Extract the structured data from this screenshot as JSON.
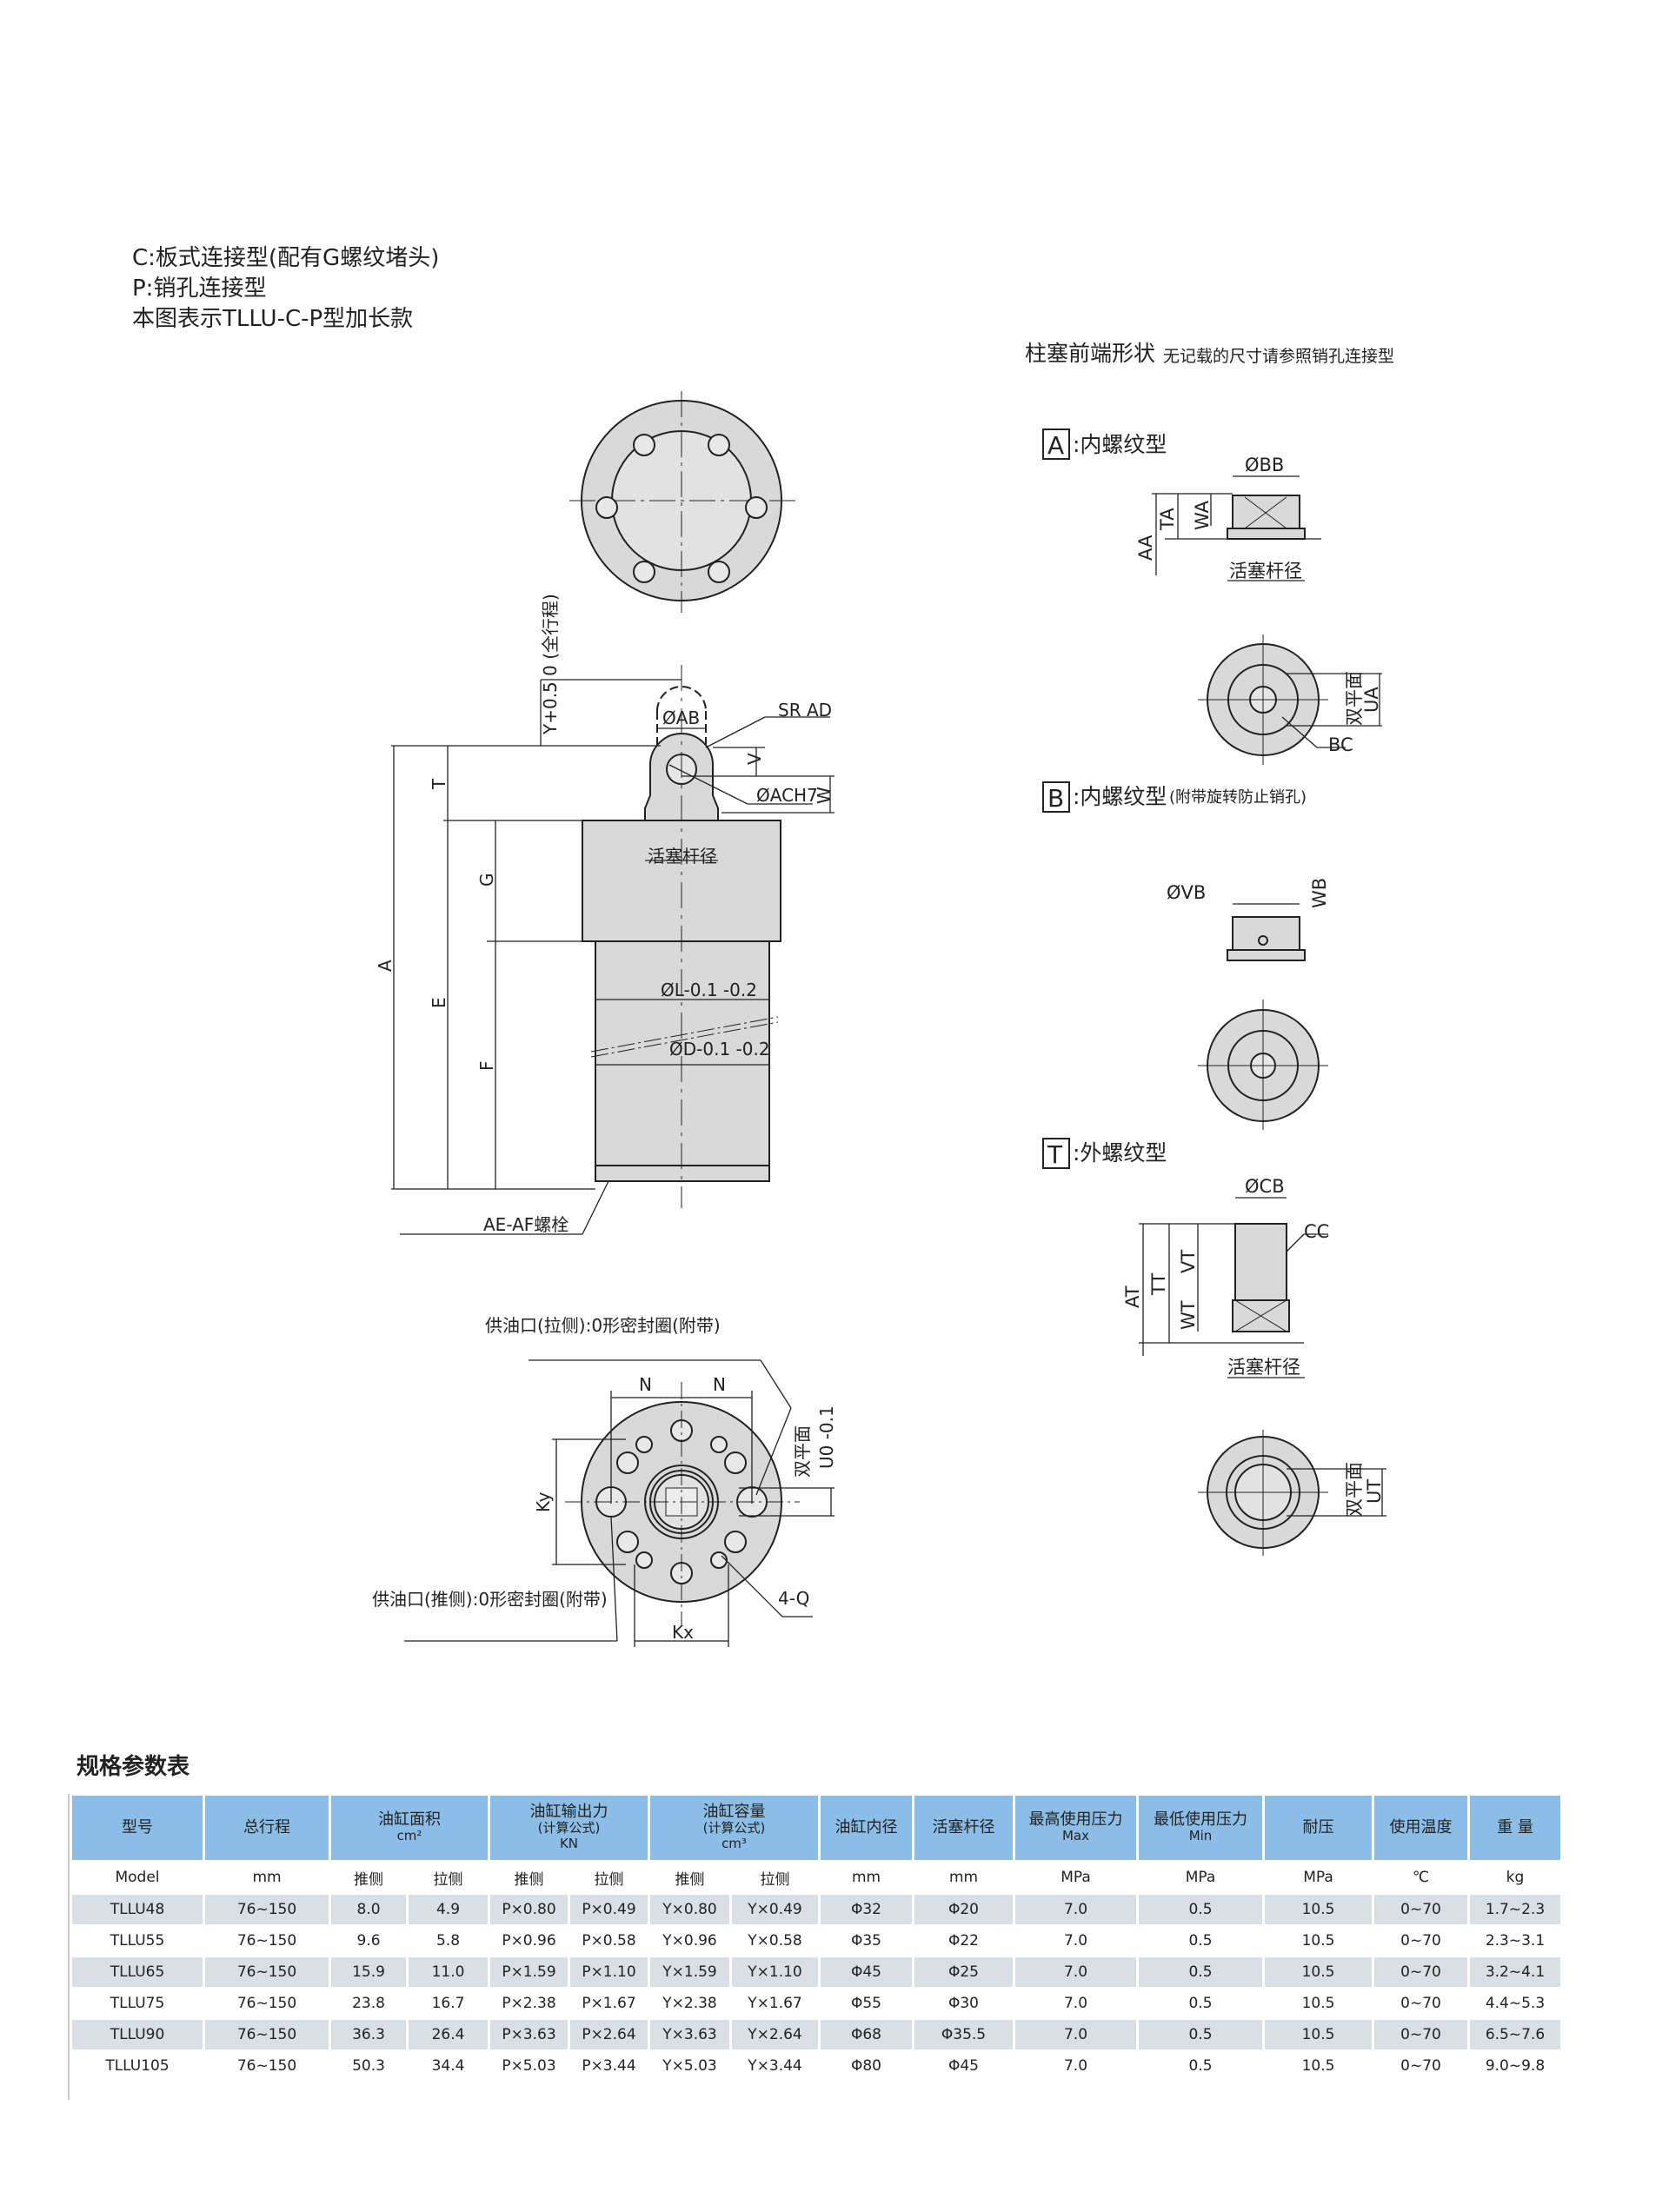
{
  "intro": {
    "lines": [
      "C:板式连接型(配有G螺纹堵头)",
      "P:销孔连接型",
      "本图表示TLLU-C-P型加长款"
    ]
  },
  "main_drawing": {
    "labels": {
      "stroke": "Y+0.5 0 (全行程)",
      "AB": "ØAB",
      "AD": "SR AD",
      "AC": "ØACH7",
      "V": "V",
      "W": "W",
      "T": "T",
      "A": "A",
      "E": "E",
      "G": "G",
      "F": "F",
      "rod": "活塞杆径",
      "L": "ØL-0.1 -0.2",
      "D": "ØD-0.1 -0.2",
      "bolt": "AE-AF螺栓"
    }
  },
  "bottom_view": {
    "labels": {
      "pull_port": "供油口(拉侧):0形密封圈(附带)",
      "push_port": "供油口(推侧):0形密封圈(附带)",
      "N1": "N",
      "N2": "N",
      "Ky": "Ky",
      "Kx": "Kx",
      "Q": "4-Q",
      "flats": "双平面",
      "U": "U0 -0.1"
    }
  },
  "plunger": {
    "title": "柱塞前端形状",
    "note": "无记载的尺寸请参照销孔连接型",
    "type_a": {
      "letter": "A",
      "label": ":内螺纹型",
      "BB": "ØBB",
      "AA": "AA",
      "TA": "TA",
      "WA": "WA",
      "rod": "活塞杆径",
      "flats": "双平面",
      "UA": "UA",
      "BC": "BC"
    },
    "type_b": {
      "letter": "B",
      "label": ":内螺纹型",
      "sub": "(附带旋转防止销孔)",
      "VB": "ØVB",
      "WB": "WB"
    },
    "type_t": {
      "letter": "T",
      "label": ":外螺纹型",
      "CB": "ØCB",
      "CC": "CC",
      "AT": "AT",
      "TT": "TT",
      "VT": "VT",
      "WT": "WT",
      "rod": "活塞杆径",
      "flats": "双平面",
      "UT": "UT"
    }
  },
  "table": {
    "title": "规格参数表",
    "headers": [
      {
        "main": "型号"
      },
      {
        "main": "总行程"
      },
      {
        "main": "油缸面积",
        "unit": "cm²"
      },
      {
        "main": "油缸输出力",
        "formula": "(计算公式)",
        "unit": "KN"
      },
      {
        "main": "油缸容量",
        "formula": "(计算公式)",
        "unit": "cm³"
      },
      {
        "main": "油缸内径"
      },
      {
        "main": "活塞杆径"
      },
      {
        "main": "最高使用压力",
        "unit": "Max"
      },
      {
        "main": "最低使用压力",
        "unit": "Min"
      },
      {
        "main": "耐压"
      },
      {
        "main": "使用温度"
      },
      {
        "main": "重 量"
      }
    ],
    "subheaders": [
      "Model",
      "mm",
      "推侧",
      "拉侧",
      "推侧",
      "拉侧",
      "推侧",
      "拉侧",
      "mm",
      "mm",
      "MPa",
      "MPa",
      "MPa",
      "℃",
      "kg"
    ],
    "rows": [
      [
        "TLLU48",
        "76~150",
        "8.0",
        "4.9",
        "P×0.80",
        "P×0.49",
        "Y×0.80",
        "Y×0.49",
        "Φ32",
        "Φ20",
        "7.0",
        "0.5",
        "10.5",
        "0~70",
        "1.7~2.3"
      ],
      [
        "TLLU55",
        "76~150",
        "9.6",
        "5.8",
        "P×0.96",
        "P×0.58",
        "Y×0.96",
        "Y×0.58",
        "Φ35",
        "Φ22",
        "7.0",
        "0.5",
        "10.5",
        "0~70",
        "2.3~3.1"
      ],
      [
        "TLLU65",
        "76~150",
        "15.9",
        "11.0",
        "P×1.59",
        "P×1.10",
        "Y×1.59",
        "Y×1.10",
        "Φ45",
        "Φ25",
        "7.0",
        "0.5",
        "10.5",
        "0~70",
        "3.2~4.1"
      ],
      [
        "TLLU75",
        "76~150",
        "23.8",
        "16.7",
        "P×2.38",
        "P×1.67",
        "Y×2.38",
        "Y×1.67",
        "Φ55",
        "Φ30",
        "7.0",
        "0.5",
        "10.5",
        "0~70",
        "4.4~5.3"
      ],
      [
        "TLLU90",
        "76~150",
        "36.3",
        "26.4",
        "P×3.63",
        "P×2.64",
        "Y×3.63",
        "Y×2.64",
        "Φ68",
        "Φ35.5",
        "7.0",
        "0.5",
        "10.5",
        "0~70",
        "6.5~7.6"
      ],
      [
        "TLLU105",
        "76~150",
        "50.3",
        "34.4",
        "P×5.03",
        "P×3.44",
        "Y×5.03",
        "Y×3.44",
        "Φ80",
        "Φ45",
        "7.0",
        "0.5",
        "10.5",
        "0~70",
        "9.0~9.8"
      ]
    ]
  },
  "colors": {
    "header": "#8cbde6",
    "row_alt": "#d9dfe4",
    "part_fill": "#d9d9d9"
  }
}
